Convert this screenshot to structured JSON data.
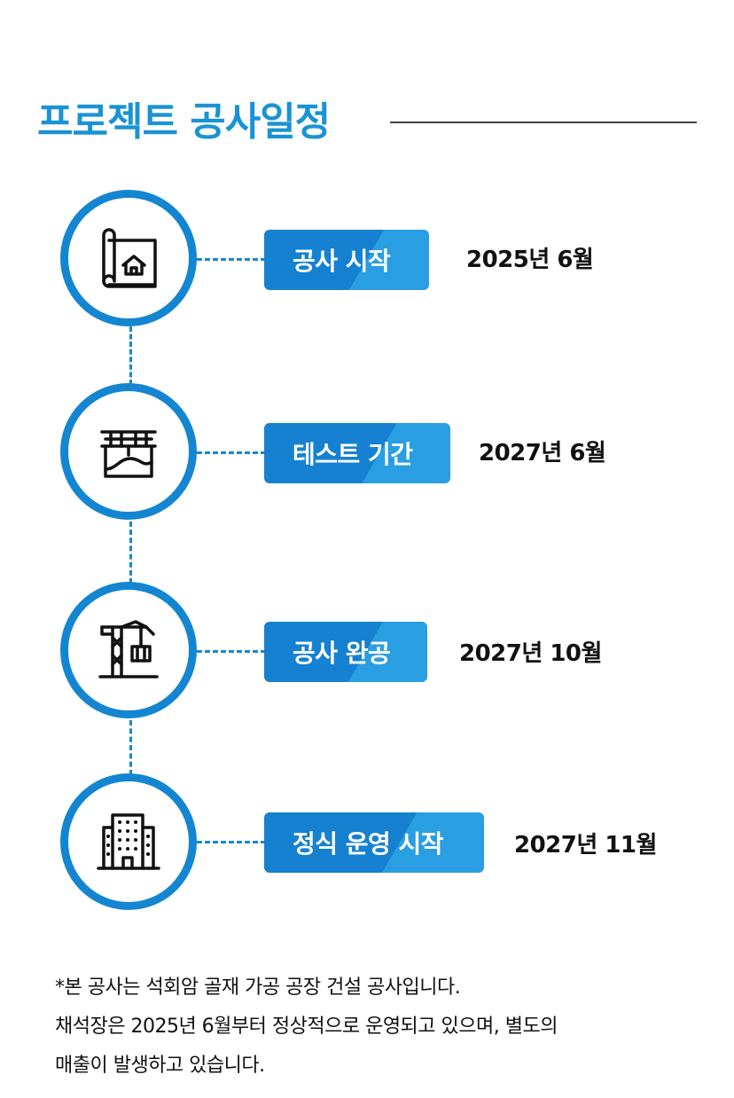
{
  "title": "프로젝트 공사일정",
  "milestones": [
    {
      "icon": "blueprint-house-icon",
      "label": "공사 시작",
      "date": "2025년 6월"
    },
    {
      "icon": "excavation-layers-icon",
      "label": "테스트 기간",
      "date": "2027년 6월"
    },
    {
      "icon": "crane-icon",
      "label": "공사 완공",
      "date": "2027년 10월"
    },
    {
      "icon": "office-building-icon",
      "label": "정식 운영 시작",
      "date": "2027년 11월"
    }
  ],
  "note": {
    "line1": "*본 공사는 석회암 골재 가공 공장 건설 공사입니다.",
    "line2": "채석장은 2025년 6월부터 정상적으로 운영되고 있으며, 별도의",
    "line3": "매출이 발생하고 있습니다."
  },
  "colors": {
    "accent": "#1a93d4",
    "pill": "#1681d0",
    "ring": "#1486d1"
  }
}
